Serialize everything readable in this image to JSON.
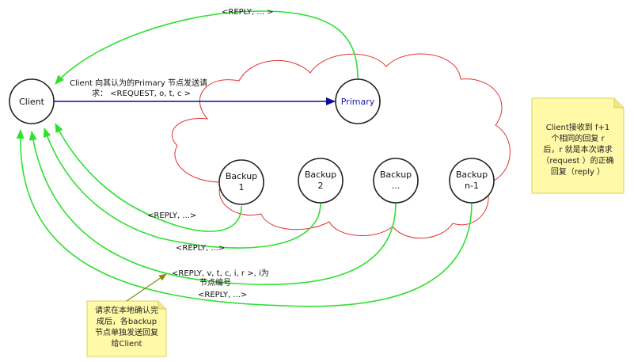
{
  "nodes": {
    "client": "Client",
    "primary": "Primary",
    "backup1": [
      "Backup",
      "1"
    ],
    "backup2": [
      "Backup",
      "2"
    ],
    "backup_dots": [
      "Backup",
      "..."
    ],
    "backup_n1": [
      "Backup",
      "n-1"
    ]
  },
  "edges": {
    "request_line1": "Client 向其认为的Primary 节点发送请",
    "request_line2": "求： <REQUEST, o, t, c >",
    "reply_primary": "<REPLY, ... >",
    "reply_b1": "<REPLY, ...>",
    "reply_b2": "<REPLY, ...>",
    "reply_format_line1": "<REPLY, v, t, c, i, r >, i为",
    "reply_format_line2": "节点编号",
    "reply_b4": "<REPLY, ...>"
  },
  "notes": {
    "left": [
      "请求在本地确认完",
      "成后，各backup",
      "节点单独发送回复",
      "给Client"
    ],
    "right": [
      "Client接收到 f+1",
      "个相同的回复 r",
      "后，r 就是本次请求",
      "（request ）的正确",
      "回复（reply ）"
    ]
  },
  "colors": {
    "request_arrow": "#0a0aa0",
    "reply_arrow": "#2fe02f",
    "cloud_outline": "#e23232",
    "note_fill": "#fff9a8",
    "pointer": "#8a8a10"
  }
}
